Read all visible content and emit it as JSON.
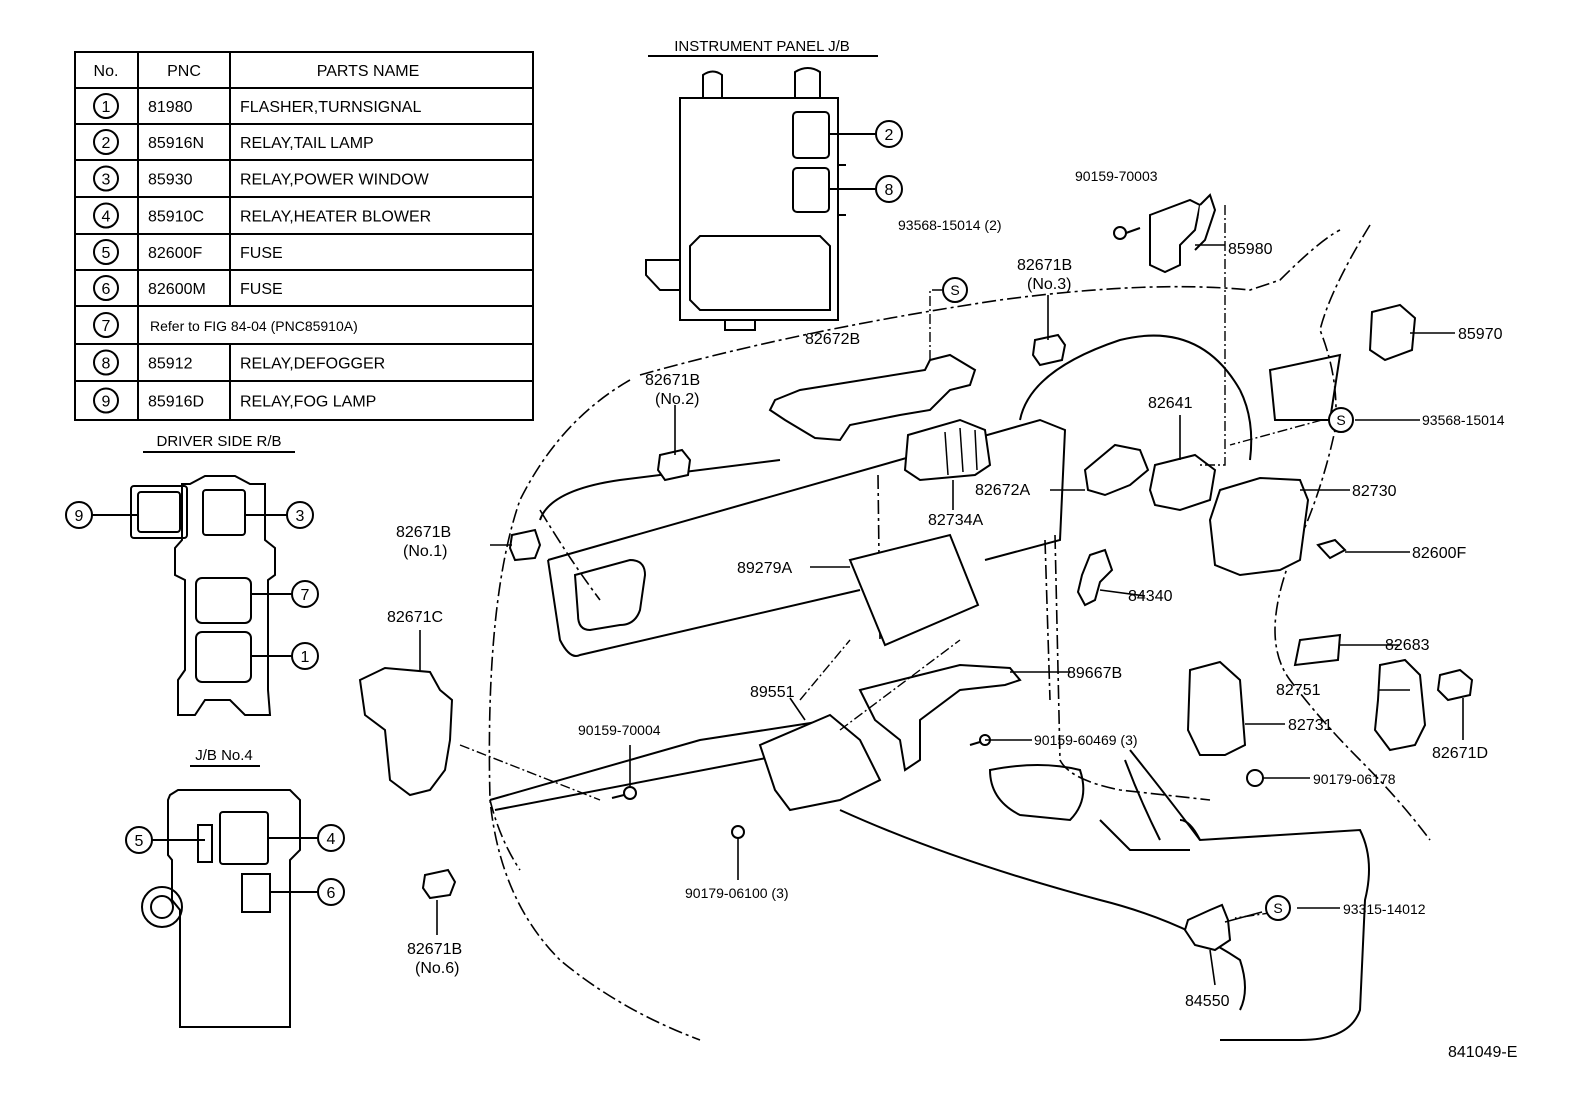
{
  "parts_table": {
    "headers": {
      "no": "No.",
      "pnc": "PNC",
      "name": "PARTS NAME"
    },
    "rows": [
      {
        "no": "1",
        "pnc": "81980",
        "name": "FLASHER,TURNSIGNAL"
      },
      {
        "no": "2",
        "pnc": "85916N",
        "name": "RELAY,TAIL LAMP"
      },
      {
        "no": "3",
        "pnc": "85930",
        "name": "RELAY,POWER WINDOW"
      },
      {
        "no": "4",
        "pnc": "85910C",
        "name": "RELAY,HEATER BLOWER"
      },
      {
        "no": "5",
        "pnc": "82600F",
        "name": "FUSE"
      },
      {
        "no": "6",
        "pnc": "82600M",
        "name": "FUSE"
      },
      {
        "no": "7",
        "pnc": "",
        "name": "Refer to FIG 84-04 (PNC85910A)"
      },
      {
        "no": "8",
        "pnc": "85912",
        "name": "RELAY,DEFOGGER"
      },
      {
        "no": "9",
        "pnc": "85916D",
        "name": "RELAY,FOG LAMP"
      }
    ]
  },
  "section_titles": {
    "instrument_panel_jb": "INSTRUMENT PANEL J/B",
    "driver_side_rb": "DRIVER SIDE R/B",
    "jb_no4": "J/B No.4"
  },
  "callouts": {
    "c1": "1",
    "c2": "2",
    "c3": "3",
    "c4": "4",
    "c5": "5",
    "c6": "6",
    "c7": "7",
    "c8": "8",
    "c9": "9",
    "s": "S"
  },
  "part_labels": {
    "p90159_70003": "90159-70003",
    "p85980": "85980",
    "p93568_15014_2": "93568-15014 (2)",
    "p82671b_no3_a": "82671B",
    "p82671b_no3_b": "(No.3)",
    "p85970": "85970",
    "p82672b": "82672B",
    "p82671b_no2_a": "82671B",
    "p82671b_no2_b": "(No.2)",
    "p93568_15014": "93568-15014",
    "p82641": "82641",
    "p82730": "82730",
    "p82672a": "82672A",
    "p82734a": "82734A",
    "p82671b_no1_a": "82671B",
    "p82671b_no1_b": "(No.1)",
    "p82600f": "82600F",
    "p89279a": "89279A",
    "p84340": "84340",
    "p82671c": "82671C",
    "p82683": "82683",
    "p89667b": "89667B",
    "p89551": "89551",
    "p82751": "82751",
    "p82671d": "82671D",
    "p90159_70004": "90159-70004",
    "p90159_60469": "90159-60469 (3)",
    "p82731": "82731",
    "p90179_06178": "90179-06178",
    "p90179_06100": "90179-06100 (3)",
    "p93315_14012": "93315-14012",
    "p82671b_no6_a": "82671B",
    "p82671b_no6_b": "(No.6)",
    "p84550": "84550",
    "figure_number": "841049-E"
  }
}
